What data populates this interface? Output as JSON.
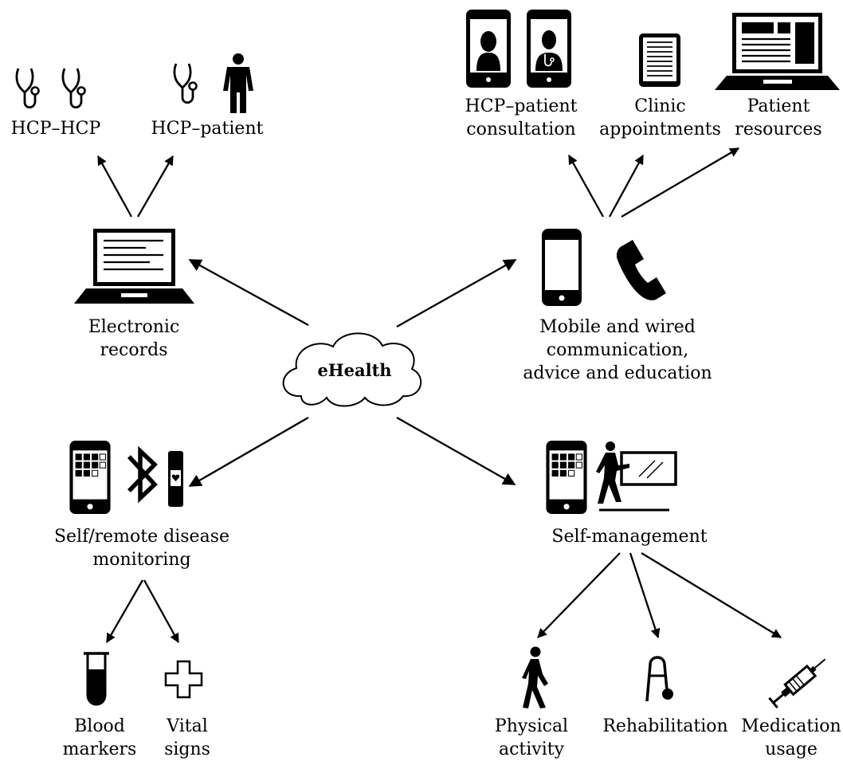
{
  "center": {
    "label": "eHealth"
  },
  "nodes": {
    "electronic_records": {
      "lines": [
        "Electronic",
        "records"
      ]
    },
    "mobile_wired": {
      "lines": [
        "Mobile and wired",
        "communication,",
        "advice and education"
      ]
    },
    "remote_monitoring": {
      "lines": [
        "Self/remote disease",
        "monitoring"
      ]
    },
    "self_management": {
      "lines": [
        "Self-management"
      ]
    }
  },
  "leaves": {
    "hcp_hcp": {
      "lines": [
        "HCP–HCP"
      ]
    },
    "hcp_patient": {
      "lines": [
        "HCP–patient"
      ]
    },
    "hcp_patient_consultation": {
      "lines": [
        "HCP–patient",
        "consultation"
      ]
    },
    "clinic_appointments": {
      "lines": [
        "Clinic",
        "appointments"
      ]
    },
    "patient_resources": {
      "lines": [
        "Patient",
        "resources"
      ]
    },
    "blood_markers": {
      "lines": [
        "Blood",
        "markers"
      ]
    },
    "vital_signs": {
      "lines": [
        "Vital",
        "signs"
      ]
    },
    "physical_activity": {
      "lines": [
        "Physical",
        "activity"
      ]
    },
    "rehabilitation": {
      "lines": [
        "Rehabilitation"
      ]
    },
    "medication_usage": {
      "lines": [
        "Medication",
        "usage"
      ]
    }
  },
  "icons": [
    "stethoscope-icon",
    "person-icon",
    "video-call-phone-icon",
    "tablet-icon",
    "laptop-icon",
    "smartphone-icon",
    "telephone-handset-icon",
    "app-grid-phone-icon",
    "bluetooth-icon",
    "fitness-band-icon",
    "exercise-screen-icon",
    "test-tube-icon",
    "medical-cross-icon",
    "walking-person-icon",
    "walker-icon",
    "syringe-icon",
    "cloud-icon"
  ],
  "colors": {
    "ink": "#000000",
    "background": "#ffffff"
  }
}
